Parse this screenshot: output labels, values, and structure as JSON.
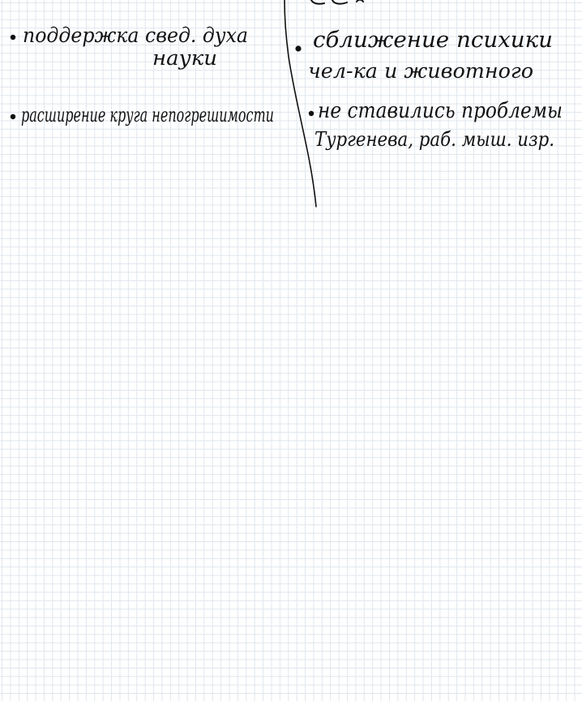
{
  "notes": {
    "left": [
      {
        "lines": [
          "поддержка свед. духа",
          "науки"
        ]
      },
      {
        "lines": [
          "расширение круга непогрешимости"
        ]
      }
    ],
    "right": [
      {
        "lines": [
          "сближение психики",
          "чел-ка и животного"
        ]
      },
      {
        "lines": [
          "не ставились проблемы",
          "Тургенева, раб. мыш. изр."
        ]
      }
    ]
  },
  "colors": {
    "ink": "#111111",
    "grid": "#dfe6ee",
    "paper": "#ffffff"
  }
}
